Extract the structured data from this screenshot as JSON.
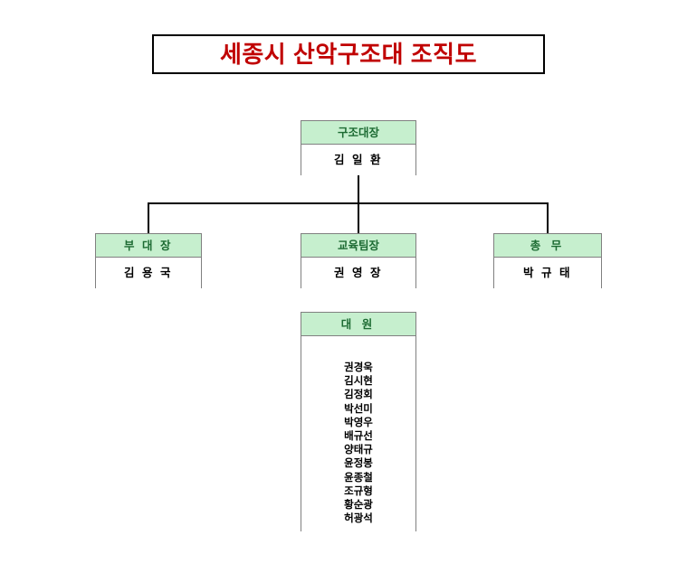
{
  "title": {
    "text": "세종시 산악구조대 조직도",
    "color": "#c00000"
  },
  "colors": {
    "header_fill": "#c6efce",
    "header_text": "#1d6b33",
    "body_text": "#000000",
    "box_border": "#808080",
    "connector": "#000000",
    "title_border": "#000000"
  },
  "chart_data": {
    "type": "diagram",
    "title": "세종시 산악구조대 조직도",
    "nodes": [
      {
        "id": "chief",
        "role": "구조대장",
        "name": "김 일 환",
        "level": 0
      },
      {
        "id": "vice",
        "role": "부 대 장",
        "name": "김 용 국",
        "level": 1
      },
      {
        "id": "training",
        "role": "교육팀장",
        "name": "권 영 장",
        "level": 1
      },
      {
        "id": "affairs",
        "role": "총 무",
        "name": "박 규 태",
        "level": 1
      },
      {
        "id": "members",
        "role": "대 원",
        "name": "",
        "level": 2
      }
    ],
    "edges": [
      {
        "from": "chief",
        "to": "vice"
      },
      {
        "from": "chief",
        "to": "training"
      },
      {
        "from": "chief",
        "to": "affairs"
      }
    ]
  },
  "nodes": {
    "chief": {
      "role": "구조대장",
      "name": "김 일 환"
    },
    "vice": {
      "role": "부 대 장",
      "name": "김 용 국"
    },
    "training": {
      "role": "교육팀장",
      "name": "권 영 장"
    },
    "affairs": {
      "role": "총 무",
      "name": "박 규 태"
    },
    "members": {
      "role": "대 원"
    }
  },
  "members": [
    "권경욱",
    "김시현",
    "김정회",
    "박선미",
    "박영우",
    "배규선",
    "양태규",
    "윤정봉",
    "윤종철",
    "조규형",
    "황순광",
    "허광석"
  ]
}
